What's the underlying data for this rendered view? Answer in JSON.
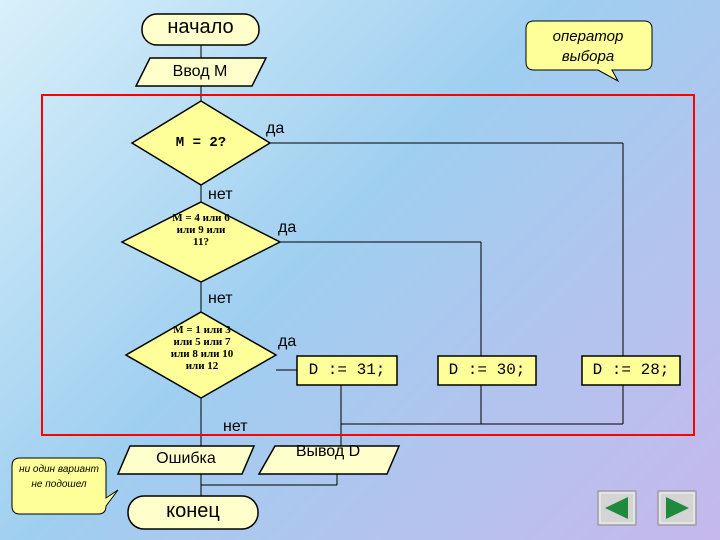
{
  "flowchart": {
    "start": "начало",
    "input": "Ввод M",
    "decision1": "M = 2?",
    "decision2": "M = 4 или 6 или 9 или 11?",
    "decision3": "M = 1 или 3 или 5 или 7 или 8 или 10 или 12",
    "assign31": "D := 31;",
    "assign30": "D := 30;",
    "assign28": "D := 28;",
    "error": "Ошибка",
    "output": "Вывод D",
    "end": "конец",
    "yes": "да",
    "no": "нет"
  },
  "callouts": {
    "operator": "оператор выбора",
    "no_match": "ни один вариант не подошел"
  },
  "nav": {
    "prev": "previous slide",
    "next": "next slide"
  },
  "colors": {
    "terminal_fill": "#ffffcc",
    "decision_fill": "#ffff99",
    "io_fill": "#ffffcc",
    "highlight_frame": "#ff0000",
    "callout_fill": "#ffff99",
    "callout2_fill": "#ffff99"
  }
}
